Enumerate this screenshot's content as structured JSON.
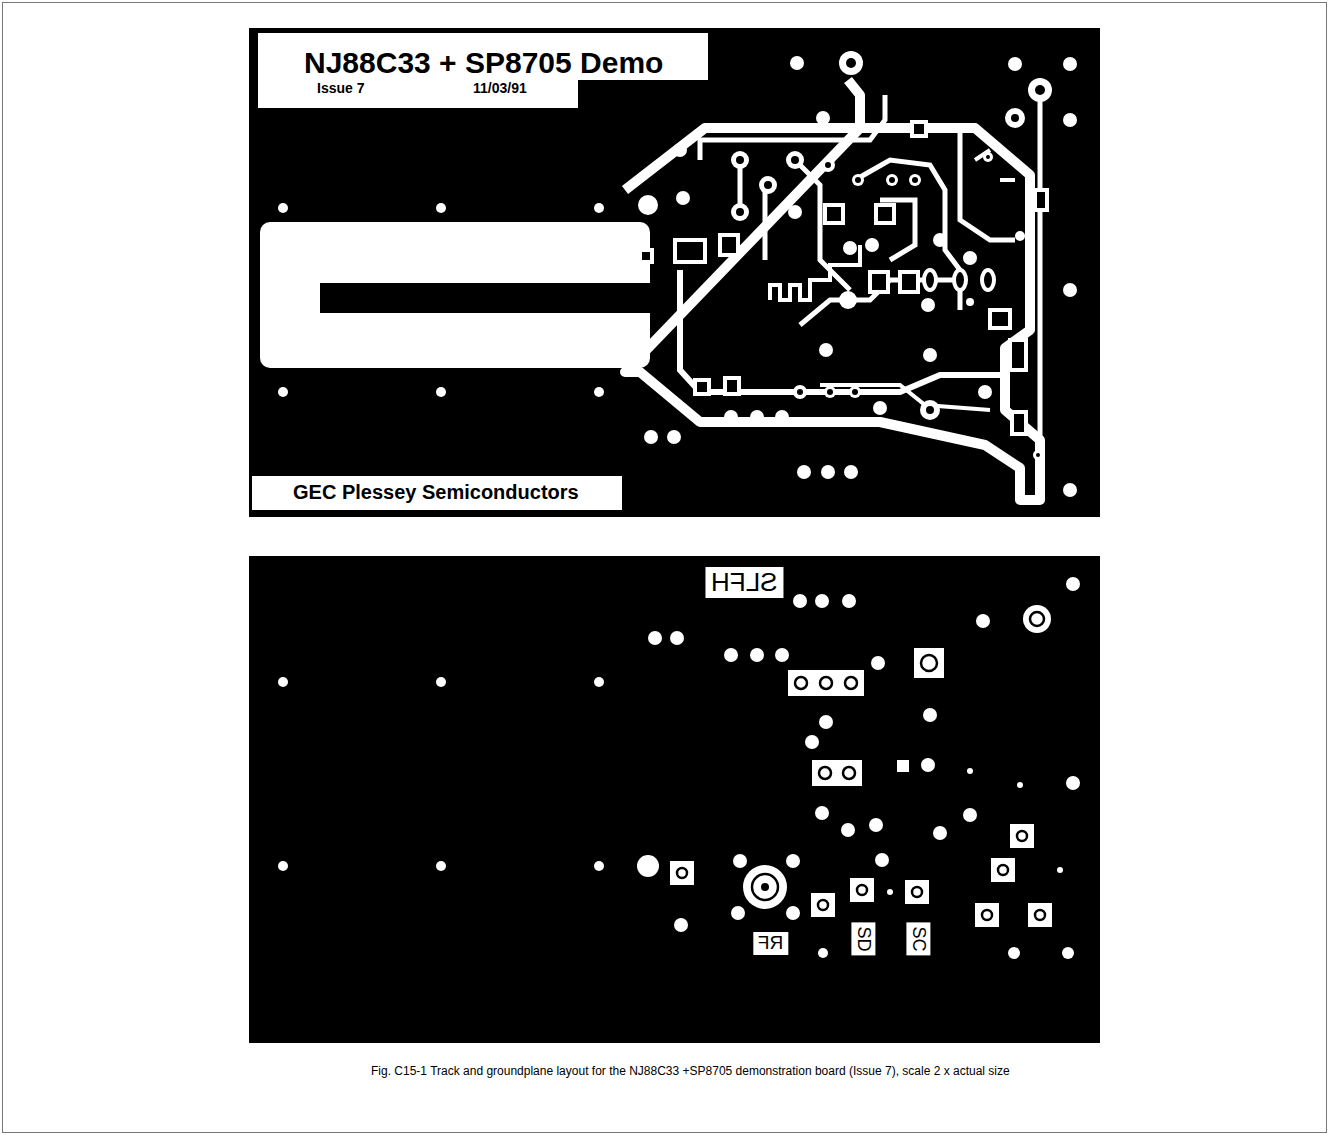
{
  "diagram": {
    "caption": "Fig. C15-1 Track and groundplane layout for the NJ88C33 +SP8705 demonstration board (Issue 7), scale 2 x actual size",
    "labels": [
      "NJ88C33 + SP8705 Demo",
      "Issue 7",
      "11/03/91",
      "GEC Plessey Semiconductors",
      "SLFH",
      "RF",
      "SD",
      "SC"
    ]
  }
}
